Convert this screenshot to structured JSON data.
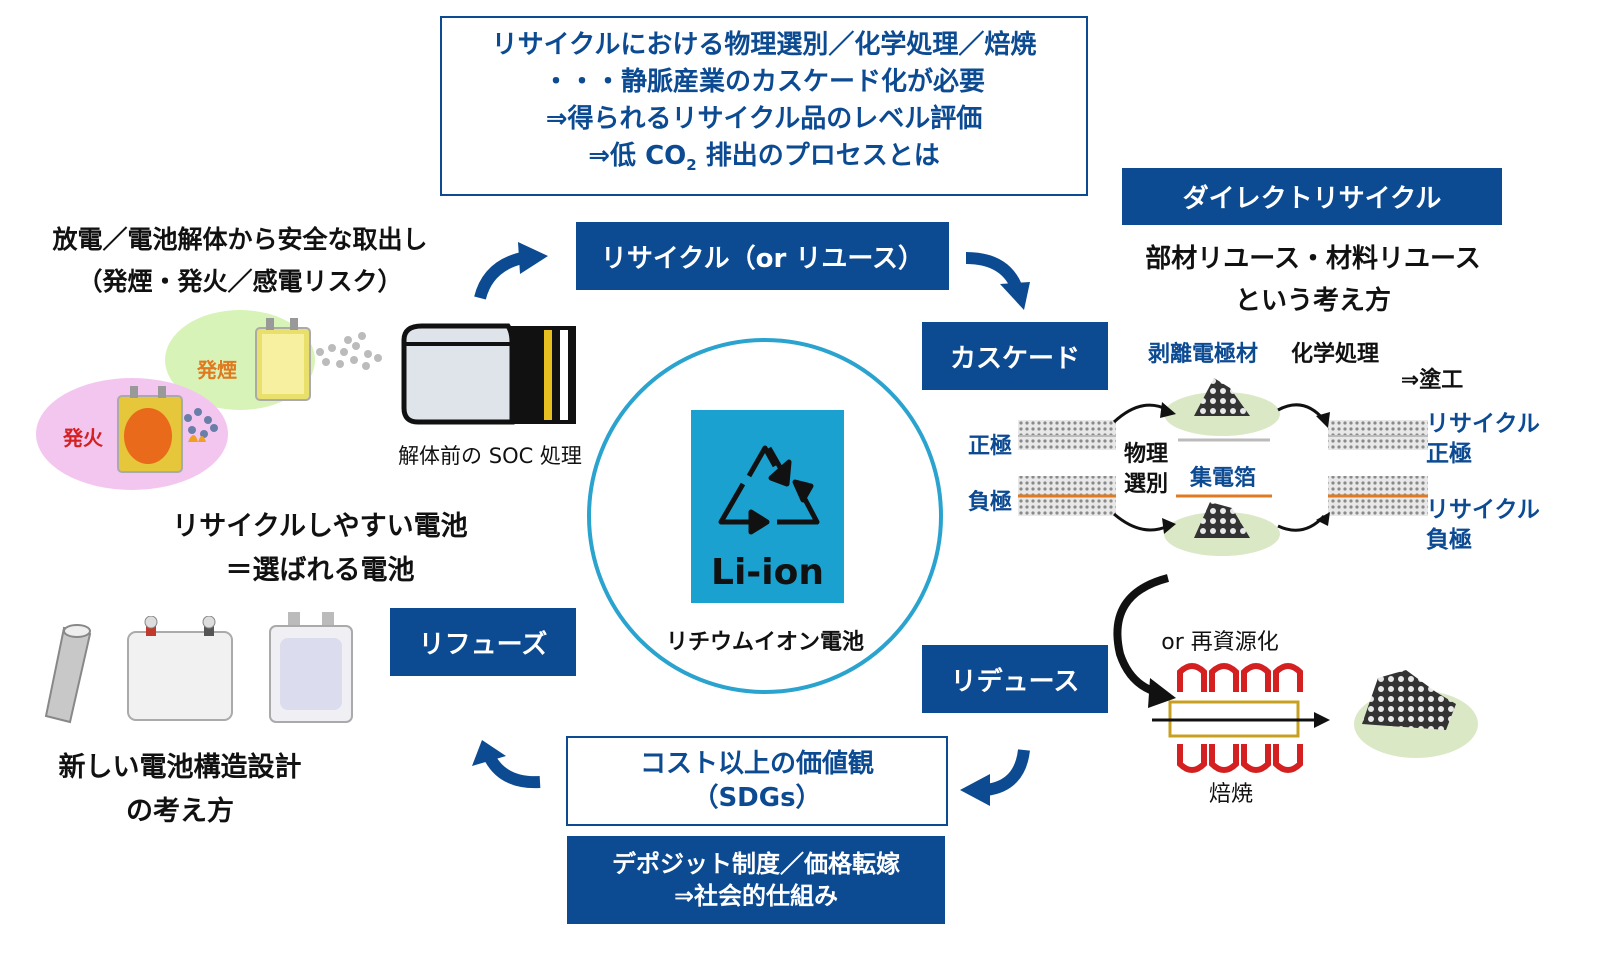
{
  "top_box": {
    "lines": [
      "リサイクルにおける物理選別／化学処理／焙焼",
      "・・・静脈産業のカスケード化が必要",
      "⇒得られるリサイクル品のレベル評価"
    ],
    "line4_prefix": "⇒低 CO",
    "line4_sub": "2",
    "line4_suffix": " 排出のプロセスとは"
  },
  "recycle_box": "リサイクル（or リユース）",
  "cascade_box": "カスケード",
  "reduce_box": "リデュース",
  "refuse_box": "リフューズ",
  "value_box": {
    "line1": "コスト以上の価値観",
    "line2": "（SDGs）"
  },
  "deposit_box": {
    "line1": "デポジット制度／価格転嫁",
    "line2": "⇒社会的仕組み"
  },
  "direct_recycle": {
    "box": "ダイレクトリサイクル",
    "line1": "部材リユース・材料リユース",
    "line2": "という考え方"
  },
  "left_top": {
    "line1": "放電／電池解体から安全な取出し",
    "line2": "（発煙・発火／感電リスク）"
  },
  "smoke_label": "発煙",
  "fire_label": "発火",
  "soc_label": "解体前の SOC 処理",
  "easy_battery": {
    "line1": "リサイクルしやすい電池",
    "line2": "＝選ばれる電池"
  },
  "new_design": {
    "line1": "新しい電池構造設計",
    "line2": "の考え方"
  },
  "center": {
    "logo_text": "Li-ion",
    "caption": "リチウムイオン電池"
  },
  "cascade_diagram": {
    "peeled": "剥離電極材",
    "chem": "化学処理",
    "coat": "⇒塗工",
    "positive": "正極",
    "negative": "負極",
    "physical_1": "物理",
    "physical_2": "選別",
    "foil": "集電箔",
    "recycle_pos_1": "リサイクル",
    "recycle_pos_2": "正極",
    "recycle_neg_1": "リサイクル",
    "recycle_neg_2": "負極"
  },
  "roasting": {
    "or_label": "or 再資源化",
    "label": "焙焼"
  },
  "colors": {
    "navy": "#0c4a92",
    "cyan": "#1aa1cf",
    "ring": "#2aa3cf",
    "orange": "#e07a20",
    "red": "#d42020"
  }
}
